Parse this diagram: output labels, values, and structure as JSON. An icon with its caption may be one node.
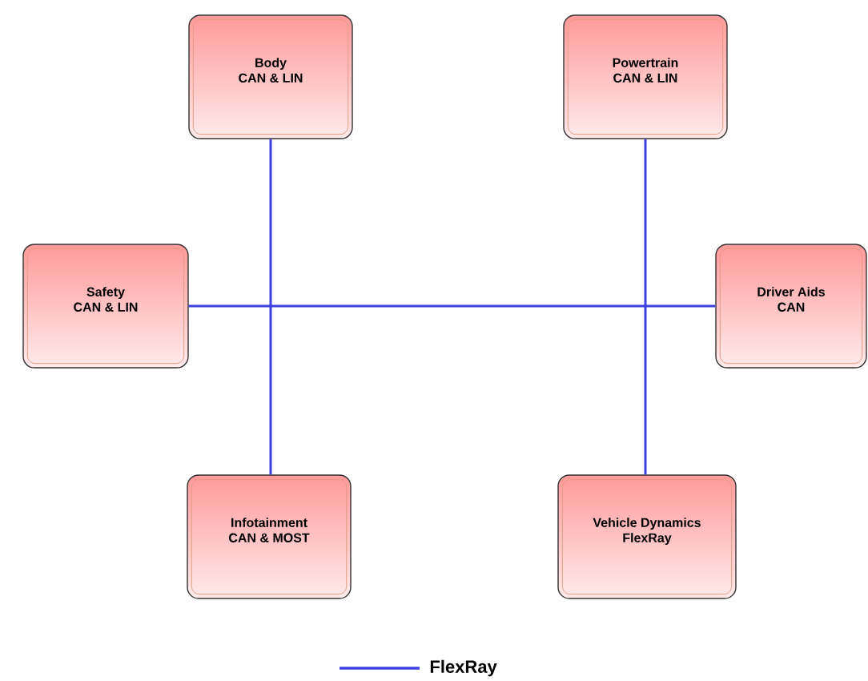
{
  "diagram": {
    "nodes": [
      {
        "text": [
          "Body",
          "CAN & LIN"
        ]
      },
      {
        "text": [
          "Powertrain",
          "CAN & LIN"
        ]
      },
      {
        "text": [
          "Safety",
          "CAN & LIN"
        ]
      },
      {
        "text": [
          "Driver Aids",
          "CAN"
        ]
      },
      {
        "text": [
          "Infotainment",
          "CAN & MOST"
        ]
      },
      {
        "text": [
          "Vehicle Dynamics",
          "FlexRay"
        ]
      }
    ],
    "edges": [
      {
        "from": 0,
        "to": 4,
        "arrow": "none"
      },
      {
        "from": 1,
        "to": 5,
        "arrow": "none"
      },
      {
        "from": 2,
        "to": 3,
        "arrow": "none"
      }
    ],
    "legend": [
      {
        "text": "FlexRay"
      }
    ]
  }
}
